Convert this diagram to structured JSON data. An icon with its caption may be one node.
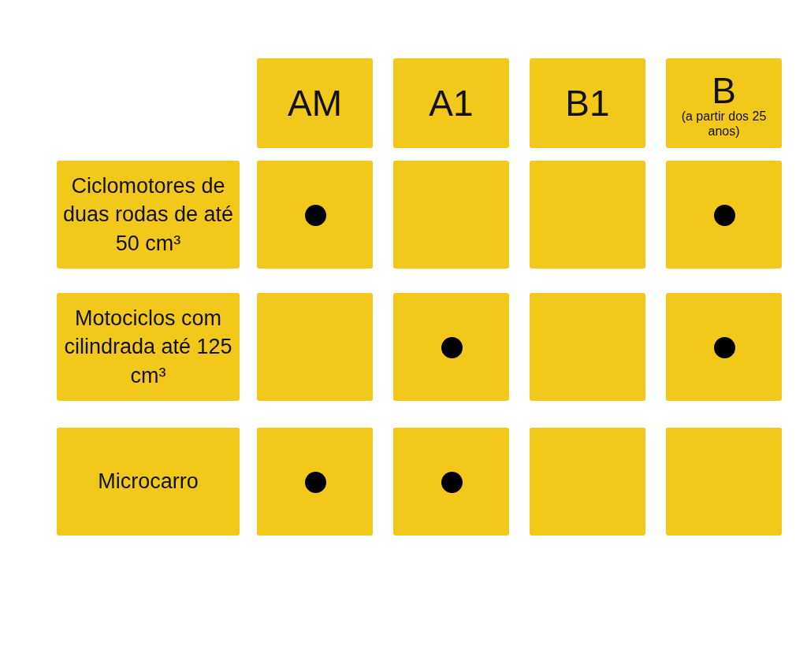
{
  "diagram": {
    "nodes": [
      {
        "text": [
          "AM"
        ]
      },
      {
        "text": [
          "A1"
        ]
      },
      {
        "text": [
          "B1"
        ]
      },
      {
        "text": [
          "B",
          "(a partir dos 25 anos)"
        ]
      },
      {
        "text": [
          "Ciclomotores de duas rodas de até 50 cm³"
        ]
      },
      {
        "text": [],
        "shape": "box"
      },
      {
        "text": [],
        "shape": "circle",
        "in": 5
      },
      {
        "text": [],
        "shape": "box"
      },
      {
        "text": [],
        "shape": "box"
      },
      {
        "text": [],
        "shape": "box"
      },
      {
        "text": [],
        "shape": "circle",
        "in": 9
      },
      {
        "text": [
          "Motociclos com cilindrada até 125 cm³"
        ]
      },
      {
        "text": [],
        "shape": "box"
      },
      {
        "text": [],
        "shape": "box"
      },
      {
        "text": [],
        "shape": "circle",
        "in": 13
      },
      {
        "text": [],
        "shape": "box"
      },
      {
        "text": [],
        "shape": "box"
      },
      {
        "text": [],
        "shape": "circle",
        "in": 16
      },
      {
        "text": [
          "Microcarro"
        ]
      },
      {
        "text": [],
        "shape": "box"
      },
      {
        "text": [],
        "shape": "circle",
        "in": 19
      },
      {
        "text": [],
        "shape": "box"
      },
      {
        "text": [],
        "shape": "circle",
        "in": 21
      },
      {
        "text": [],
        "shape": "box"
      },
      {
        "text": [],
        "shape": "box"
      }
    ]
  }
}
